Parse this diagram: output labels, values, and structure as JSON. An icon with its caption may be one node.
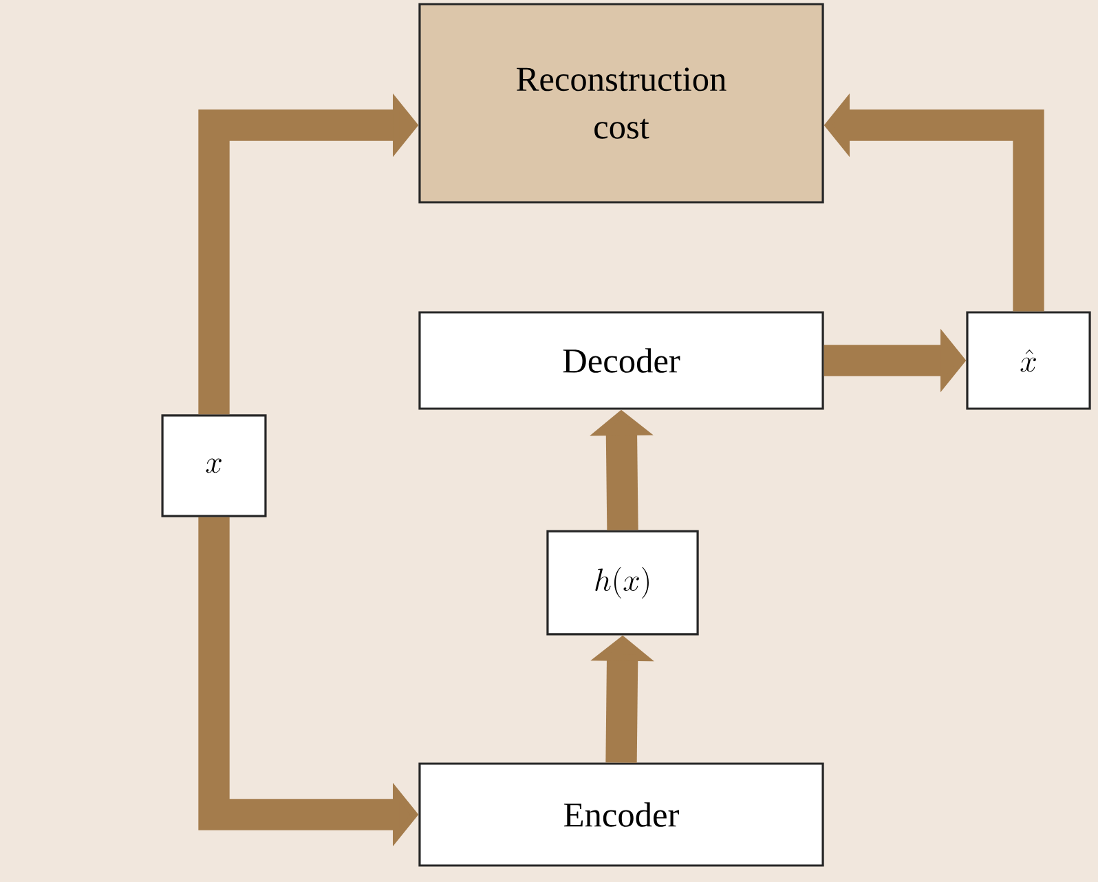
{
  "diagram": {
    "nodes": [
      {
        "text": [
          "Reconstruction cost"
        ]
      },
      {
        "text": [
          "Decoder"
        ]
      },
      {
        "text": [
          "\\hat{x}"
        ]
      },
      {
        "text": [
          "x"
        ]
      },
      {
        "text": [
          "h(x)"
        ]
      },
      {
        "text": [
          "Encoder"
        ]
      }
    ],
    "edges": [
      {
        "from": 3,
        "to": 0,
        "arrow": "to"
      },
      {
        "from": 3,
        "to": 5,
        "arrow": "to"
      },
      {
        "from": 5,
        "to": 4,
        "arrow": "to"
      },
      {
        "from": 4,
        "to": 1,
        "arrow": "to"
      },
      {
        "from": 1,
        "to": 2,
        "arrow": "to"
      },
      {
        "from": 2,
        "to": 0,
        "arrow": "to"
      }
    ]
  }
}
